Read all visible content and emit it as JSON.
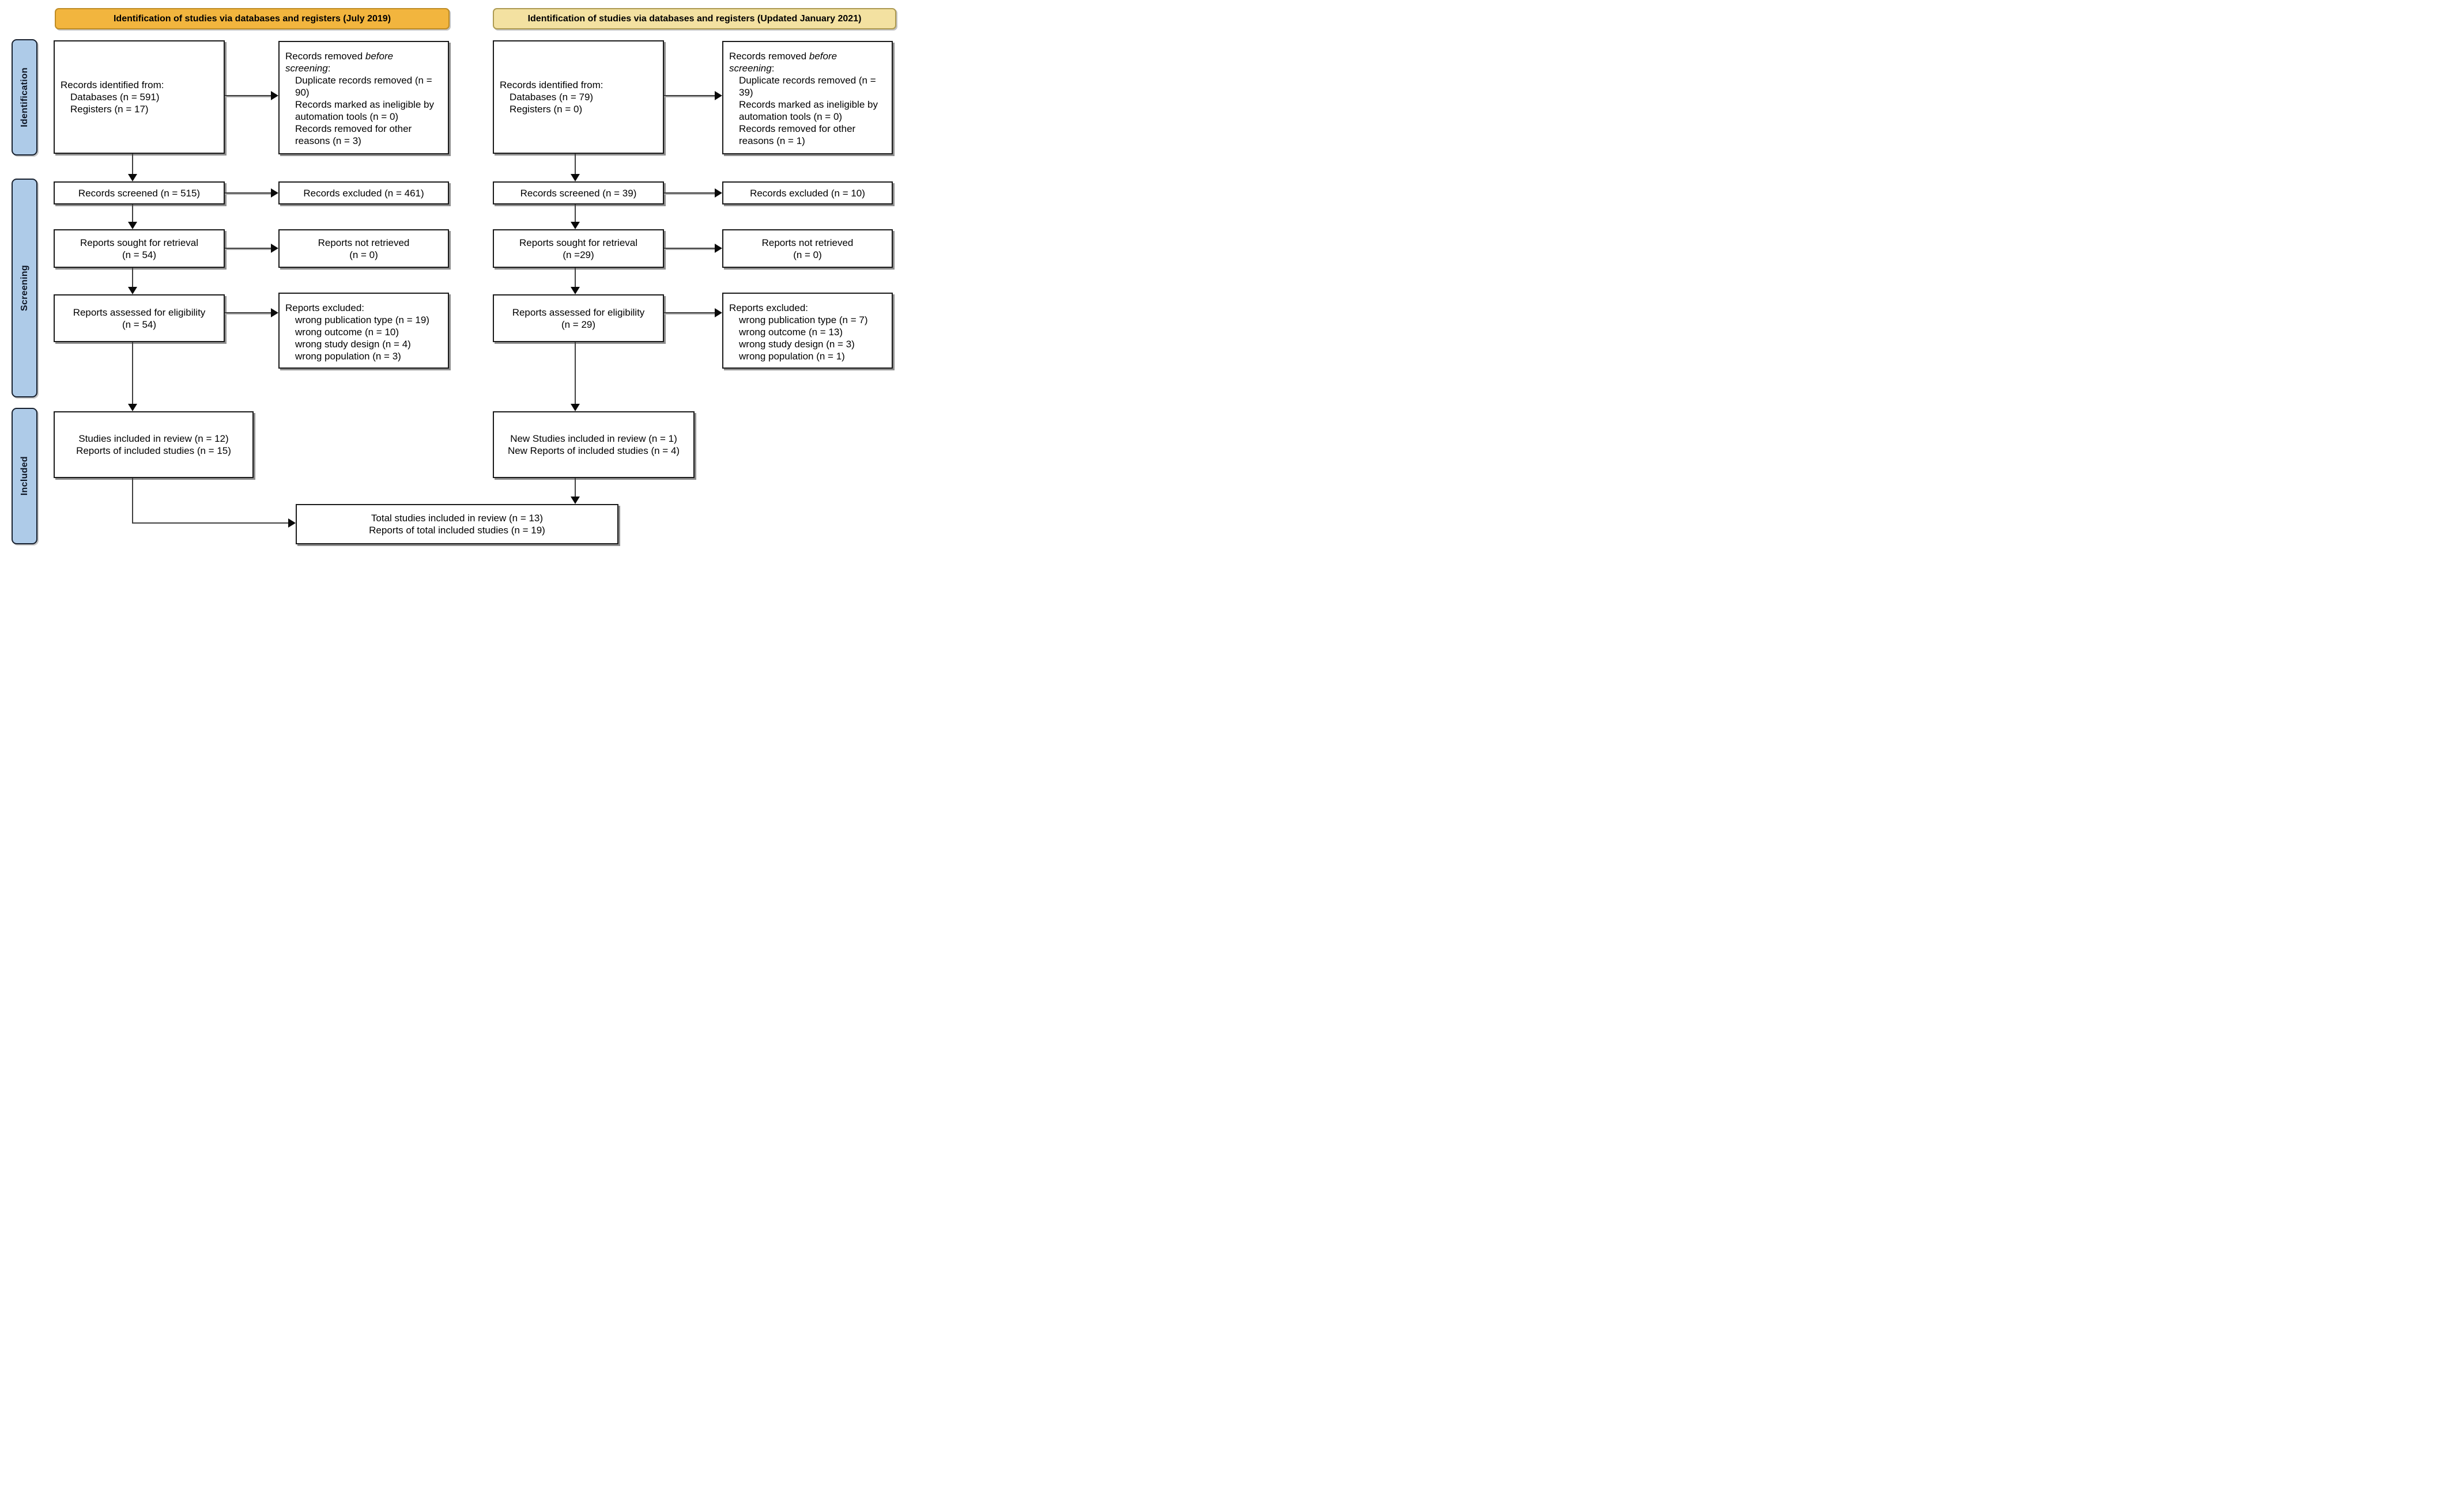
{
  "banners": {
    "left": "Identification of studies via databases and registers (July 2019)",
    "right": "Identification of studies via databases and registers (Updated January 2021)"
  },
  "stages": {
    "identification": "Identification",
    "screening": "Screening",
    "included": "Included"
  },
  "colors": {
    "banner_left_bg": "#F2B53E",
    "banner_right_bg": "#F3E1A1",
    "stage_bg": "#AECBE8",
    "box_border": "#1A1A1A",
    "arrow_color": "#3F3F3F"
  },
  "left_flow": {
    "identified": {
      "title": "Records identified from:",
      "items": [
        "Databases (n = 591)",
        "Registers (n = 17)"
      ]
    },
    "removed": {
      "title_pre": "Records removed ",
      "title_italic": "before screening",
      "title_post": ":",
      "items": [
        "Duplicate records removed (n = 90)",
        "Records marked as ineligible by automation tools (n = 0)",
        "Records removed for other reasons (n = 3)"
      ]
    },
    "screened": {
      "label": "Records screened (n = 515)"
    },
    "excluded": {
      "label": "Records excluded (n = 461)"
    },
    "sought": {
      "line1": "Reports sought for retrieval",
      "line2": "(n = 54)"
    },
    "not_retrieved": {
      "line1": "Reports not retrieved",
      "line2": "(n = 0)"
    },
    "assessed": {
      "line1": "Reports assessed for eligibility",
      "line2": "(n = 54)"
    },
    "reports_excluded": {
      "title": "Reports excluded:",
      "items": [
        "wrong publication type (n = 19)",
        "wrong outcome (n = 10)",
        "wrong study design (n = 4)",
        "wrong population (n = 3)"
      ]
    },
    "included": {
      "line1": "Studies included in review (n = 12)",
      "line2": "Reports of included studies (n = 15)"
    }
  },
  "right_flow": {
    "identified": {
      "title": "Records identified from:",
      "items": [
        "Databases (n = 79)",
        "Registers (n = 0)"
      ]
    },
    "removed": {
      "title_pre": "Records removed ",
      "title_italic": "before screening",
      "title_post": ":",
      "items": [
        "Duplicate records removed (n = 39)",
        "Records marked as ineligible by automation tools (n = 0)",
        "Records removed for other reasons (n = 1)"
      ]
    },
    "screened": {
      "label": "Records screened (n = 39)"
    },
    "excluded": {
      "label": "Records excluded (n = 10)"
    },
    "sought": {
      "line1": "Reports sought for retrieval",
      "line2": "(n =29)"
    },
    "not_retrieved": {
      "line1": "Reports not retrieved",
      "line2": "(n = 0)"
    },
    "assessed": {
      "line1": "Reports assessed for eligibility",
      "line2": "(n = 29)"
    },
    "reports_excluded": {
      "title": "Reports excluded:",
      "items": [
        "wrong publication type (n = 7)",
        "wrong outcome (n = 13)",
        "wrong study design (n = 3)",
        "wrong population (n = 1)"
      ]
    },
    "included": {
      "line1": "New Studies included in review (n = 1)",
      "line2": "New Reports of included studies (n = 4)"
    }
  },
  "total": {
    "line1": "Total studies included in review (n = 13)",
    "line2": "Reports of total included studies (n = 19)"
  }
}
